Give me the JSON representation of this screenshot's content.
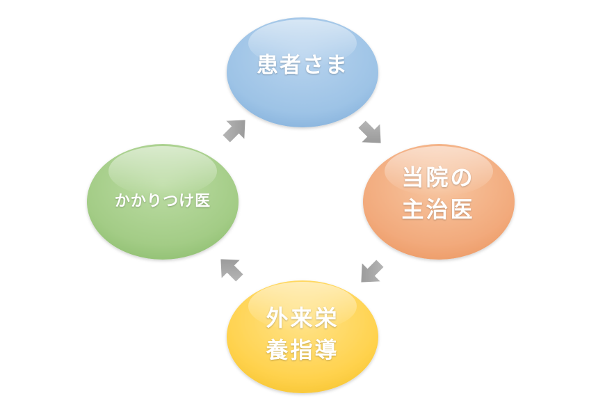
{
  "nodes": {
    "patient": {
      "label": "患者さま",
      "color": "#9dc3e6"
    },
    "hospital": {
      "line1": "当院の",
      "line2": "主治医",
      "color": "#f4b183"
    },
    "nutrition": {
      "line1": "外来栄",
      "line2": "養指導",
      "color": "#ffd966"
    },
    "family_doctor": {
      "label": "かかりつけ医",
      "color": "#a9d18e"
    }
  },
  "arrow_color": "#a6a6a6"
}
